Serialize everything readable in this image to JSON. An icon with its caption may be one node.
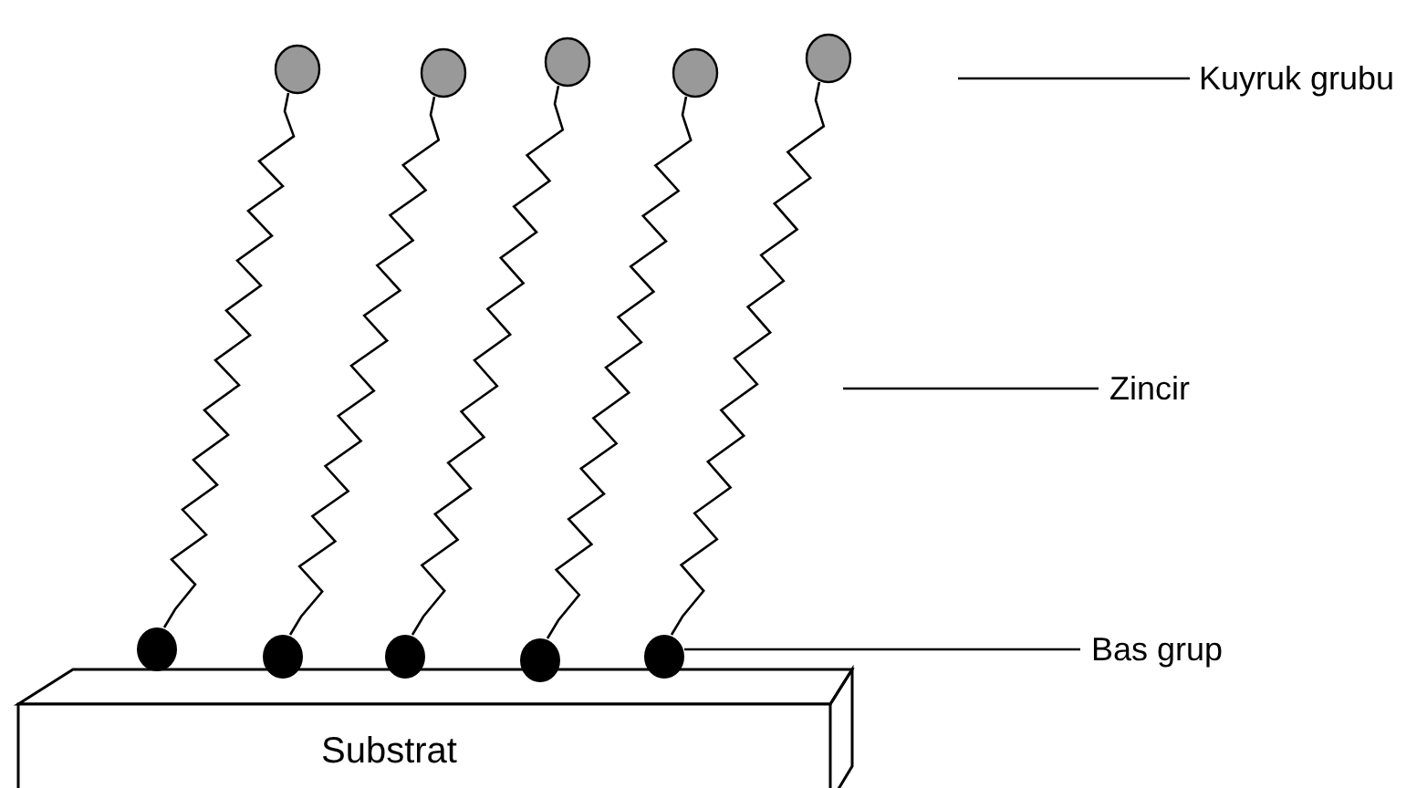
{
  "diagram": {
    "nodes": [
      {
        "text": [
          "Kuyruk grubu"
        ]
      },
      {
        "text": [
          "Zincir"
        ]
      },
      {
        "text": [
          "Bas grup"
        ]
      },
      {
        "text": [
          "Substrat"
        ]
      },
      {
        "text": [],
        "shape": "circle"
      },
      {
        "text": [],
        "shape": "circle"
      },
      {
        "text": [],
        "shape": "circle"
      },
      {
        "text": [],
        "shape": "circle"
      },
      {
        "text": [],
        "shape": "circle"
      },
      {
        "text": [],
        "shape": "circle"
      },
      {
        "text": [],
        "shape": "circle"
      },
      {
        "text": [],
        "shape": "circle"
      },
      {
        "text": [],
        "shape": "circle"
      },
      {
        "text": [],
        "shape": "circle"
      }
    ],
    "edges": [
      {
        "from": 0,
        "to": null,
        "arrow": "none"
      },
      {
        "from": 1,
        "to": null,
        "arrow": "none"
      },
      {
        "from": 2,
        "to": 13,
        "arrow": "none"
      },
      {
        "from": 9,
        "to": 4,
        "arrow": "none"
      },
      {
        "from": 10,
        "to": 5,
        "arrow": "none"
      },
      {
        "from": 11,
        "to": 6,
        "arrow": "none"
      },
      {
        "from": 12,
        "to": 7,
        "arrow": "none"
      },
      {
        "from": 13,
        "to": 8,
        "arrow": "none"
      }
    ]
  }
}
